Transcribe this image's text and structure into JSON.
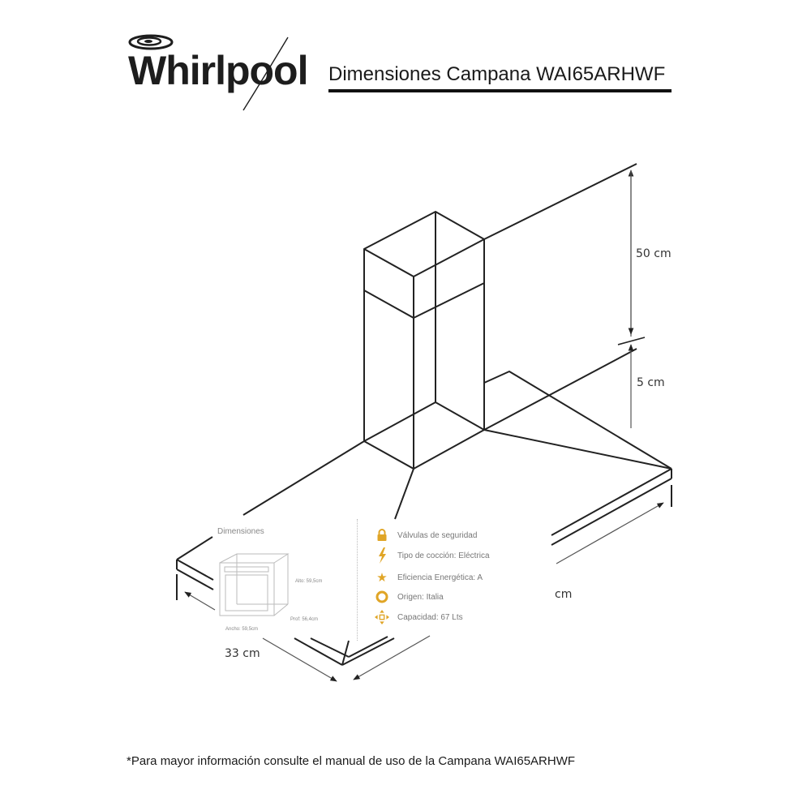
{
  "header": {
    "brand": "Whirlpool",
    "title": "Dimensiones Campana WAI65ARHWF"
  },
  "diagram": {
    "product": "Campana WAI65ARHWF",
    "dimensions": {
      "chimney_height": "50 cm",
      "hood_height": "5 cm",
      "depth": "33 cm",
      "width": "cm"
    }
  },
  "info_panel": {
    "title": "Dimensiones",
    "box_labels": {
      "alto": "Alto: 59,5cm",
      "prof": "Prof: 56,4cm",
      "ancho": "Ancho: 59,5cm"
    },
    "features": [
      {
        "icon": "lock-icon",
        "label": "Válvulas de seguridad"
      },
      {
        "icon": "lightning-icon",
        "label": "Tipo de cocción: Eléctrica"
      },
      {
        "icon": "star-icon",
        "label": "Eficiencia Energética: A"
      },
      {
        "icon": "ring-icon",
        "label": "Origen: Italia"
      },
      {
        "icon": "capacity-icon",
        "label": "Capacidad: 67 Lts"
      }
    ],
    "accent_color": "#e0a526"
  },
  "footer": {
    "note": "*Para mayor información consulte el manual de uso de la Campana WAI65ARHWF"
  }
}
